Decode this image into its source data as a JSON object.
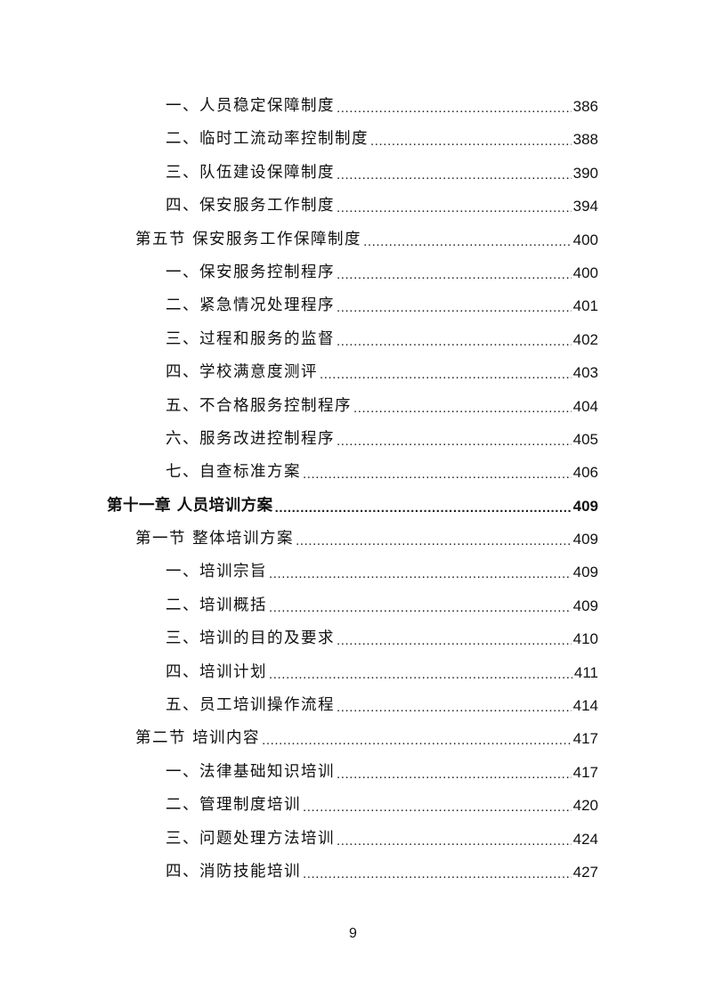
{
  "toc": {
    "entries": [
      {
        "level": "item",
        "label": "一、人员稳定保障制度",
        "page": "386"
      },
      {
        "level": "item",
        "label": "二、临时工流动率控制制度",
        "page": "388"
      },
      {
        "level": "item",
        "label": "三、队伍建设保障制度",
        "page": "390"
      },
      {
        "level": "item",
        "label": "四、保安服务工作制度",
        "page": "394"
      },
      {
        "level": "section",
        "label": "第五节  保安服务工作保障制度",
        "page": "400"
      },
      {
        "level": "item",
        "label": "一、保安服务控制程序",
        "page": "400"
      },
      {
        "level": "item",
        "label": "二、紧急情况处理程序",
        "page": "401"
      },
      {
        "level": "item",
        "label": "三、过程和服务的监督",
        "page": "402"
      },
      {
        "level": "item",
        "label": "四、学校满意度测评",
        "page": "403"
      },
      {
        "level": "item",
        "label": "五、不合格服务控制程序",
        "page": "404"
      },
      {
        "level": "item",
        "label": "六、服务改进控制程序",
        "page": "405"
      },
      {
        "level": "item",
        "label": "七、自查标准方案",
        "page": "406"
      },
      {
        "level": "chapter",
        "label": "第十一章  人员培训方案",
        "page": "409"
      },
      {
        "level": "section",
        "label": "第一节  整体培训方案",
        "page": "409"
      },
      {
        "level": "item",
        "label": "一、培训宗旨",
        "page": "409"
      },
      {
        "level": "item",
        "label": "二、培训概括",
        "page": "409"
      },
      {
        "level": "item",
        "label": "三、培训的目的及要求",
        "page": "410"
      },
      {
        "level": "item",
        "label": "四、培训计划",
        "page": "411"
      },
      {
        "level": "item",
        "label": "五、员工培训操作流程",
        "page": "414"
      },
      {
        "level": "section",
        "label": "第二节  培训内容",
        "page": "417"
      },
      {
        "level": "item",
        "label": "一、法律基础知识培训",
        "page": "417"
      },
      {
        "level": "item",
        "label": "二、管理制度培训",
        "page": "420"
      },
      {
        "level": "item",
        "label": "三、问题处理方法培训",
        "page": "424"
      },
      {
        "level": "item",
        "label": "四、消防技能培训",
        "page": "427"
      }
    ]
  },
  "footer": {
    "page_number": "9"
  }
}
